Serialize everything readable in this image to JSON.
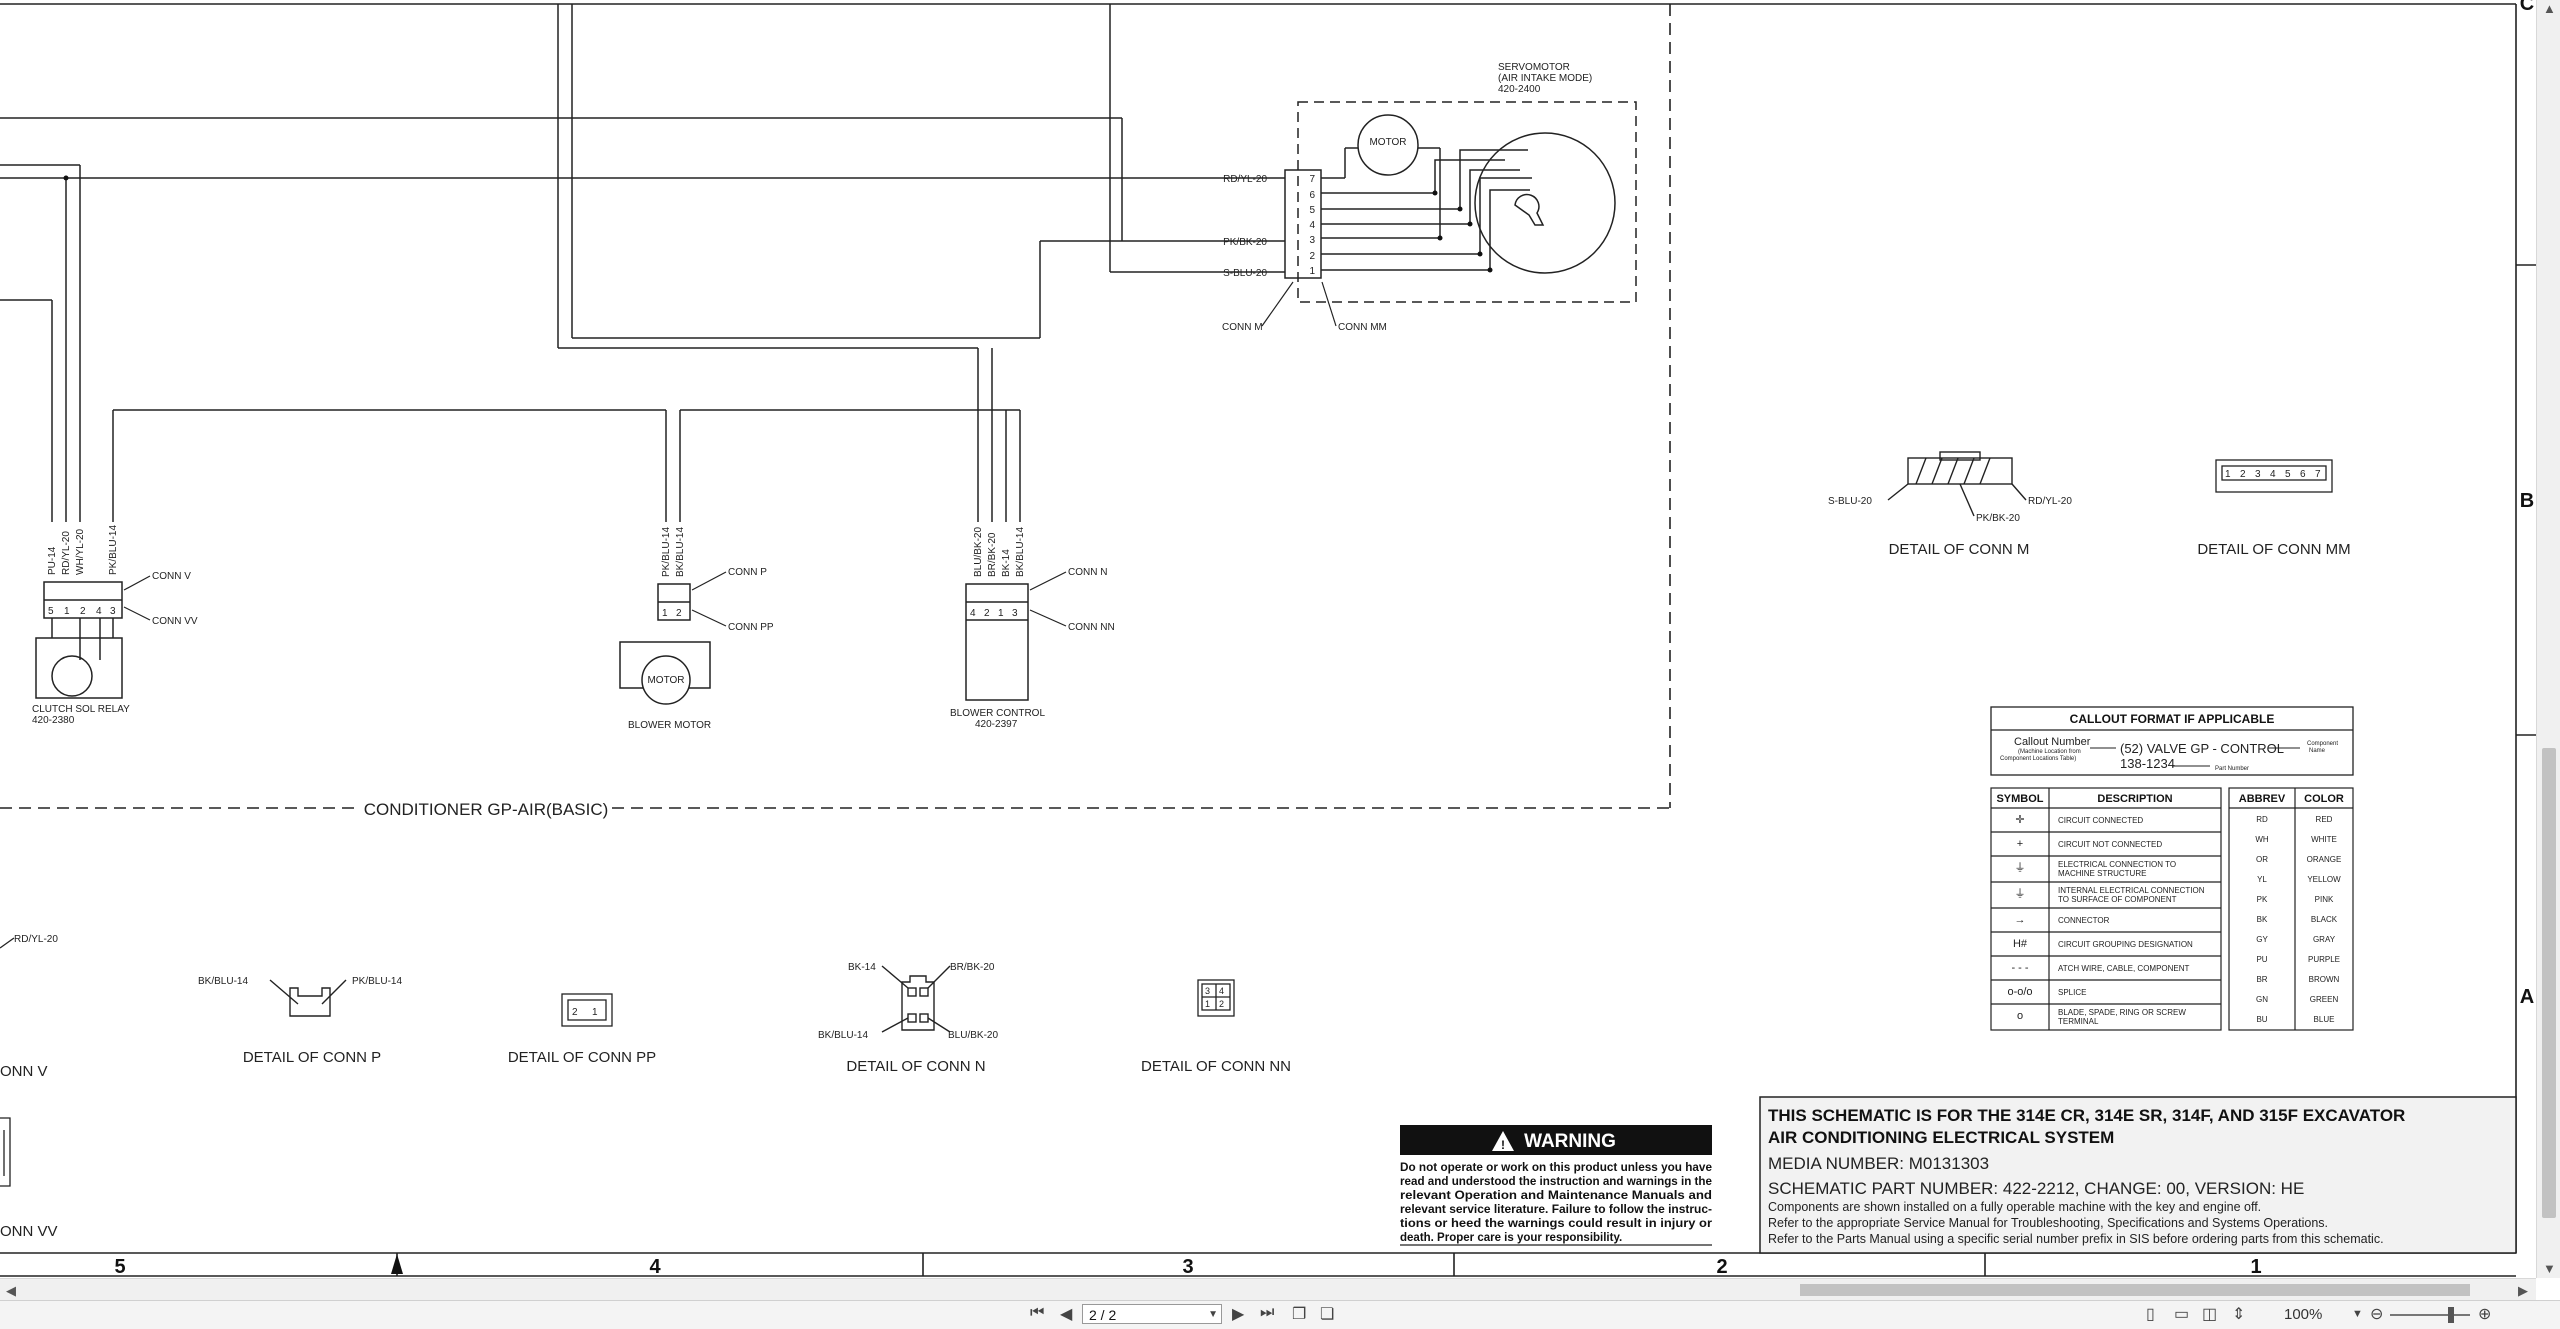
{
  "diagram": {
    "servomotor": {
      "title": "SERVOMOTOR",
      "subtitle": "(AIR INTAKE MODE)",
      "part": "420-2400",
      "motor_label": "MOTOR",
      "pins": [
        "7",
        "6",
        "5",
        "4",
        "3",
        "2",
        "1"
      ],
      "wires": [
        "RD/YL-20",
        "PK/BK-20",
        "S-BLU-20"
      ],
      "conn_m": "CONN M",
      "conn_mm": "CONN MM"
    },
    "clutch": {
      "wires": [
        "PU-14",
        "RD/YL-20",
        "WH/YL-20",
        "PK/BLU-14"
      ],
      "pins": [
        "5",
        "1",
        "2",
        "4",
        "3"
      ],
      "conn_v": "CONN V",
      "conn_vv": "CONN VV",
      "name": "CLUTCH SOL RELAY",
      "part": "420-2380"
    },
    "blower_motor": {
      "wires": [
        "PK/BLU-14",
        "BK/BLU-14"
      ],
      "pins": [
        "1",
        "2"
      ],
      "conn_p": "CONN P",
      "conn_pp": "CONN PP",
      "motor_label": "MOTOR",
      "name": "BLOWER MOTOR"
    },
    "blower_control": {
      "wires": [
        "BLU/BK-20",
        "BR/BK-20",
        "BK-14",
        "BK/BLU-14"
      ],
      "pins": [
        "4",
        "2",
        "1",
        "3"
      ],
      "conn_n": "CONN N",
      "conn_nn": "CONN NN",
      "name": "BLOWER CONTROL",
      "part": "420-2397"
    },
    "group_label": "CONDITIONER GP-AIR(BASIC)",
    "detail_m": {
      "caption": "DETAIL OF CONN M",
      "left": "S-BLU-20",
      "bottom": "PK/BK-20",
      "right": "RD/YL-20"
    },
    "detail_mm": {
      "caption": "DETAIL OF CONN MM",
      "pins": [
        "1",
        "2",
        "3",
        "4",
        "5",
        "6",
        "7"
      ]
    },
    "detail_p": {
      "caption": "DETAIL OF CONN P",
      "left": "BK/BLU-14",
      "right": "PK/BLU-14"
    },
    "detail_pp": {
      "caption": "DETAIL OF CONN PP",
      "pins": [
        "2",
        "1"
      ]
    },
    "detail_n": {
      "caption": "DETAIL OF CONN N",
      "tl": "BK-14",
      "tr": "BR/BK-20",
      "bl": "BK/BLU-14",
      "br": "BLU/BK-20"
    },
    "detail_nn": {
      "caption": "DETAIL OF CONN NN",
      "pins": [
        "3",
        "4",
        "1",
        "2"
      ]
    },
    "left_edge": {
      "wire": "RD/YL-20",
      "conn_v": "ONN V",
      "conn_vv": "ONN VV"
    },
    "callout": {
      "title": "CALLOUT FORMAT IF APPLICABLE",
      "callout_number": "Callout Number",
      "machine_location": "(Machine Location from",
      "component_table": "Component Locations Table)",
      "example": "(52) VALVE GP - CONTROL",
      "part_number": "138-1234",
      "part_label": "Part Number",
      "component": "Component",
      "name": "Name"
    },
    "symbols": {
      "h1": "SYMBOL",
      "h2": "DESCRIPTION",
      "rows": [
        {
          "sym": "✛",
          "desc": "CIRCUIT CONNECTED"
        },
        {
          "sym": "+",
          "desc": "CIRCUIT NOT CONNECTED"
        },
        {
          "sym": "⏚",
          "desc": "ELECTRICAL CONNECTION TO",
          "desc2": "MACHINE STRUCTURE"
        },
        {
          "sym": "⏚",
          "desc": "INTERNAL ELECTRICAL CONNECTION",
          "desc2": "TO SURFACE OF COMPONENT"
        },
        {
          "sym": "→",
          "desc": "CONNECTOR"
        },
        {
          "sym": "H#",
          "desc": "CIRCUIT GROUPING DESIGNATION"
        },
        {
          "sym": "- - -",
          "desc": "ATCH WIRE, CABLE, COMPONENT"
        },
        {
          "sym": "o-o/o",
          "desc": "SPLICE"
        },
        {
          "sym": "o",
          "desc": "BLADE, SPADE, RING OR SCREW",
          "desc2": "TERMINAL"
        }
      ]
    },
    "colors": {
      "h1": "ABBREV",
      "h2": "COLOR",
      "rows": [
        [
          "RD",
          "RED"
        ],
        [
          "WH",
          "WHITE"
        ],
        [
          "OR",
          "ORANGE"
        ],
        [
          "YL",
          "YELLOW"
        ],
        [
          "PK",
          "PINK"
        ],
        [
          "BK",
          "BLACK"
        ],
        [
          "GY",
          "GRAY"
        ],
        [
          "PU",
          "PURPLE"
        ],
        [
          "BR",
          "BROWN"
        ],
        [
          "GN",
          "GREEN"
        ],
        [
          "BU",
          "BLUE"
        ]
      ]
    },
    "warning": {
      "title": "WARNING",
      "lines": [
        "Do not operate or work on this product unless you have",
        "read and understood the instruction and warnings in the",
        "relevant Operation and Maintenance Manuals and",
        "relevant service literature. Failure to follow the instruc-",
        "tions or heed the warnings could result in injury or",
        "death. Proper care is your responsibility."
      ]
    },
    "titleblock": {
      "line1": "THIS SCHEMATIC IS FOR THE 314E CR, 314E SR, 314F, AND 315F EXCAVATOR",
      "line2": "AIR CONDITIONING ELECTRICAL SYSTEM",
      "media": "MEDIA NUMBER: M0131303",
      "part": "SCHEMATIC PART NUMBER: 422-2212, CHANGE: 00, VERSION: HE",
      "n1": "Components are shown installed on a fully operable machine with the key and engine off.",
      "n2": "Refer to the appropriate Service Manual for Troubleshooting, Specifications and Systems Operations.",
      "n3": "Refer to the Parts Manual using a specific serial number prefix in SIS before ordering parts from this schematic."
    },
    "zones": [
      "5",
      "4",
      "3",
      "2",
      "1"
    ],
    "rows_right": [
      "C",
      "B",
      "A"
    ]
  },
  "viewer": {
    "page": "2 / 2",
    "zoom": "100%"
  }
}
